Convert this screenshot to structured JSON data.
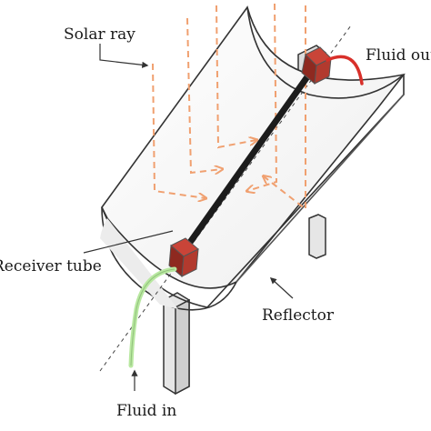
{
  "labels": {
    "solar_ray": "Solar ray",
    "fluid_out": "Fluid out",
    "receiver_tube": "Receiver tube",
    "reflector": "Reflector",
    "fluid_in": "Fluid in"
  },
  "colors": {
    "ray": "#f0a070",
    "tube": "#1c1c1c",
    "fitting": "#a83228",
    "fluid_out_hose": "#d8302a",
    "fluid_in_hose": "#b8e8a0",
    "outline": "#333333",
    "reflector_shade": "#f2f2f2"
  }
}
